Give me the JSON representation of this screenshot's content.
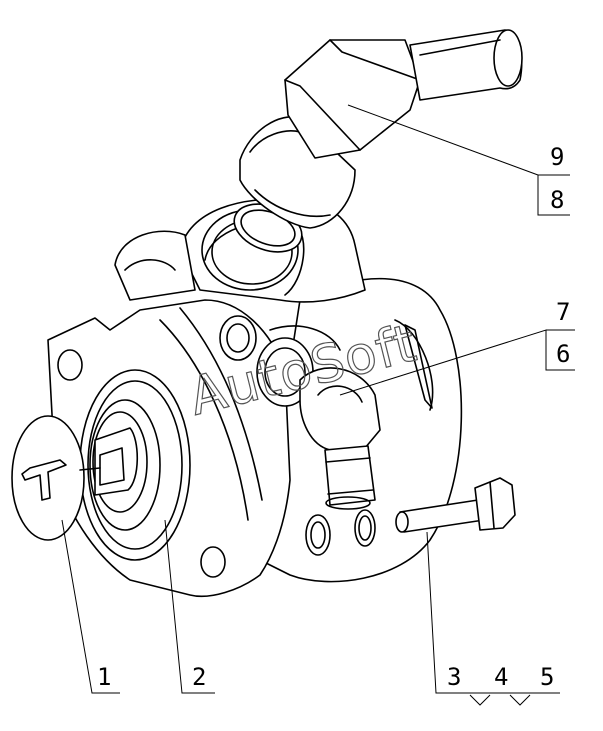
{
  "watermark": "AutoSoft",
  "callouts": [
    {
      "id": "1",
      "label": "1"
    },
    {
      "id": "2",
      "label": "2"
    },
    {
      "id": "3",
      "label": "3"
    },
    {
      "id": "4",
      "label": "4"
    },
    {
      "id": "5",
      "label": "5"
    },
    {
      "id": "6",
      "label": "6"
    },
    {
      "id": "7",
      "label": "7"
    },
    {
      "id": "8",
      "label": "8"
    },
    {
      "id": "9",
      "label": "9"
    }
  ]
}
